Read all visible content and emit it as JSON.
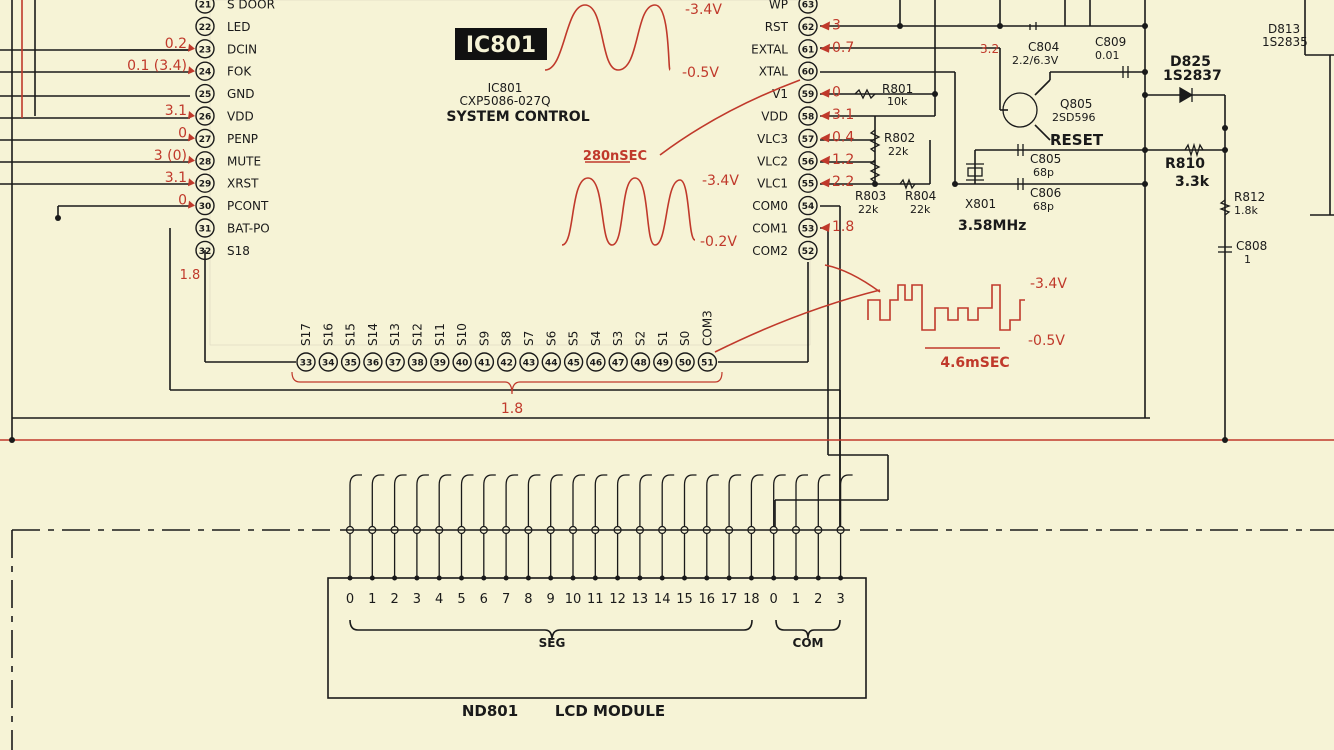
{
  "colors": {
    "paper": "#f6f3d6",
    "ink": "#1a1a1a",
    "annotation": "#c0392b"
  },
  "ic": {
    "badge": "IC801",
    "ref": "IC801",
    "part": "CXP5086-027Q",
    "title": "SYSTEM CONTROL",
    "left_pins": [
      {
        "num": "21",
        "name": "S DOOR",
        "voltage": ""
      },
      {
        "num": "22",
        "name": "LED",
        "voltage": ""
      },
      {
        "num": "23",
        "name": "DCIN",
        "voltage": "0.2"
      },
      {
        "num": "24",
        "name": "FOK",
        "voltage": "0.1 (3.4)"
      },
      {
        "num": "25",
        "name": "GND",
        "voltage": ""
      },
      {
        "num": "26",
        "name": "VDD",
        "voltage": "3.1"
      },
      {
        "num": "27",
        "name": "PENP",
        "voltage": "0"
      },
      {
        "num": "28",
        "name": "MUTE",
        "voltage": "3 (0)"
      },
      {
        "num": "29",
        "name": "XRST",
        "voltage": "3.1"
      },
      {
        "num": "30",
        "name": "PCONT",
        "voltage": "0"
      },
      {
        "num": "31",
        "name": "BAT-PO",
        "voltage": ""
      },
      {
        "num": "32",
        "name": "S18",
        "voltage": "1.8"
      }
    ],
    "right_pins": [
      {
        "num": "63",
        "name": "WP",
        "voltage": ""
      },
      {
        "num": "62",
        "name": "RST",
        "voltage": "3"
      },
      {
        "num": "61",
        "name": "EXTAL",
        "voltage": "0.7"
      },
      {
        "num": "60",
        "name": "XTAL",
        "voltage": ""
      },
      {
        "num": "59",
        "name": "V1",
        "voltage": "0"
      },
      {
        "num": "58",
        "name": "VDD",
        "voltage": "3.1"
      },
      {
        "num": "57",
        "name": "VLC3",
        "voltage": "0.4"
      },
      {
        "num": "56",
        "name": "VLC2",
        "voltage": "1.2"
      },
      {
        "num": "55",
        "name": "VLC1",
        "voltage": "2.2"
      },
      {
        "num": "54",
        "name": "COM0",
        "voltage": ""
      },
      {
        "num": "53",
        "name": "COM1",
        "voltage": "1.8"
      },
      {
        "num": "52",
        "name": "COM2",
        "voltage": ""
      }
    ],
    "bottom_pins": [
      {
        "num": "33",
        "name": "S17"
      },
      {
        "num": "34",
        "name": "S16"
      },
      {
        "num": "35",
        "name": "S15"
      },
      {
        "num": "36",
        "name": "S14"
      },
      {
        "num": "37",
        "name": "S13"
      },
      {
        "num": "38",
        "name": "S12"
      },
      {
        "num": "39",
        "name": "S11"
      },
      {
        "num": "40",
        "name": "S10"
      },
      {
        "num": "41",
        "name": "S9"
      },
      {
        "num": "42",
        "name": "S8"
      },
      {
        "num": "43",
        "name": "S7"
      },
      {
        "num": "44",
        "name": "S6"
      },
      {
        "num": "45",
        "name": "S5"
      },
      {
        "num": "46",
        "name": "S4"
      },
      {
        "num": "47",
        "name": "S3"
      },
      {
        "num": "48",
        "name": "S2"
      },
      {
        "num": "49",
        "name": "S1"
      },
      {
        "num": "50",
        "name": "S0"
      },
      {
        "num": "51",
        "name": "COM3"
      }
    ],
    "bottom_voltage": "1.8"
  },
  "waveforms": {
    "osc_high": "-3.4V",
    "osc_low": "-0.5V",
    "clk_period": "280nSEC",
    "clk_high": "-3.4V",
    "clk_low": "-0.2V",
    "com_high": "-3.4V",
    "com_low": "-0.5V",
    "com_period": "4.6mSEC"
  },
  "components": {
    "r801": {
      "ref": "R801",
      "value": "10k"
    },
    "r802": {
      "ref": "R802",
      "value": "22k"
    },
    "r803": {
      "ref": "R803",
      "value": "22k"
    },
    "r804": {
      "ref": "R804",
      "value": "22k"
    },
    "x801": {
      "ref": "X801",
      "value": "3.58MHz"
    },
    "c804": {
      "ref": "C804",
      "value": "2.2/6.3V"
    },
    "c809": {
      "ref": "C809",
      "value": "0.01"
    },
    "c805": {
      "ref": "C805",
      "value": "68p"
    },
    "c806": {
      "ref": "C806",
      "value": "68p"
    },
    "q805": {
      "ref": "Q805",
      "part": "2SD596",
      "voltage": "3.2"
    },
    "reset_label": "RESET",
    "r810": {
      "ref": "R810",
      "value": "3.3k"
    },
    "r812": {
      "ref": "R812",
      "value": "1.8k"
    },
    "c808": {
      "ref": "C808",
      "value": "1"
    },
    "d813": {
      "ref": "D813",
      "part": "1S2835"
    },
    "d825": {
      "ref": "D825",
      "part": "1S2837"
    }
  },
  "lcd": {
    "title": "ND801",
    "subtitle": "LCD MODULE",
    "seg_numbers": [
      "0",
      "1",
      "2",
      "3",
      "4",
      "5",
      "6",
      "7",
      "8",
      "9",
      "10",
      "11",
      "12",
      "13",
      "14",
      "15",
      "16",
      "17",
      "18"
    ],
    "com_numbers": [
      "0",
      "1",
      "2",
      "3"
    ],
    "seg_label": "SEG",
    "com_label": "COM"
  }
}
